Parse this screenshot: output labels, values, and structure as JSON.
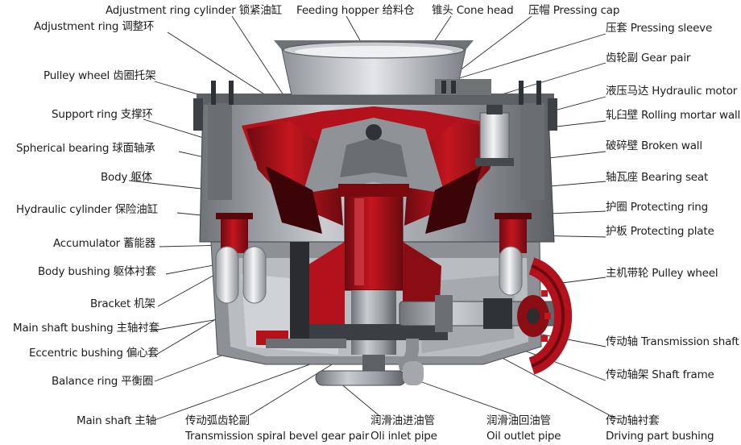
{
  "labels": {
    "adjustment_ring_cylinder": "Adjustment ring cylinder 锁紧油缸",
    "feeding_hopper": "Feeding hopper 给料仓",
    "cone_head": "锥头 Cone head",
    "pressing_cap": "压帽 Pressing cap",
    "adjustment_ring": "Adjustment ring 调整环",
    "pressing_sleeve": "压套 Pressing  sleeve",
    "gear_pair": "齿轮副 Gear pair",
    "pulley_wheel_bracket": "Pulley wheel 齿圈托架",
    "hydraulic_motor": "液压马达 Hydraulic motor",
    "support_ring": "Support ring 支撑环",
    "rolling_mortar_wall": "轧臼壁 Rolling mortar wall",
    "spherical_bearing": "Spherical bearing 球面轴承",
    "broken_wall": "破碎壁 Broken wall",
    "body": "Body 躯体",
    "bearing_seat": "轴瓦座 Bearing seat",
    "hydraulic_cylinder": "Hydraulic cylinder 保险油缸",
    "protecting_ring": "护圈 Protecting ring",
    "accumulator": "Accumulator 蓄能器",
    "protecting_plate": "护板 Protecting plate",
    "body_bushing": "Body bushing 躯体衬套",
    "pulley_wheel": "主机带轮 Pulley wheel",
    "bracket": "Bracket 机架",
    "main_shaft_bushing": "Main shaft bushing 主轴衬套",
    "eccentric_bushing": "Eccentric bushing 偏心套",
    "transmission_shaft": "传动轴 Transmission shaft",
    "balance_ring": "Balance ring 平衡圈",
    "shaft_frame": "传动轴架 Shaft frame",
    "main_shaft": "Main shaft 主轴",
    "spiral_gear_cn": "传动弧齿轮副",
    "spiral_gear_en": "Transmission spiral bevel gear pair",
    "oil_inlet_cn": "润滑油进油管",
    "oil_inlet_en": "Oli inlet pipe",
    "oil_outlet_cn": "润滑油回油管",
    "oil_outlet_en": "Oil outlet pipe",
    "drive_bushing_cn": "传动轴衬套",
    "drive_bushing_en": "Driving part bushing"
  },
  "colors": {
    "red": "#b3121c",
    "dark_red": "#7a0a10",
    "steel": "#9a9da3",
    "light_steel": "#cfd2d6",
    "dark_steel": "#4a4d52",
    "leader_line": "#2a2a2a"
  }
}
